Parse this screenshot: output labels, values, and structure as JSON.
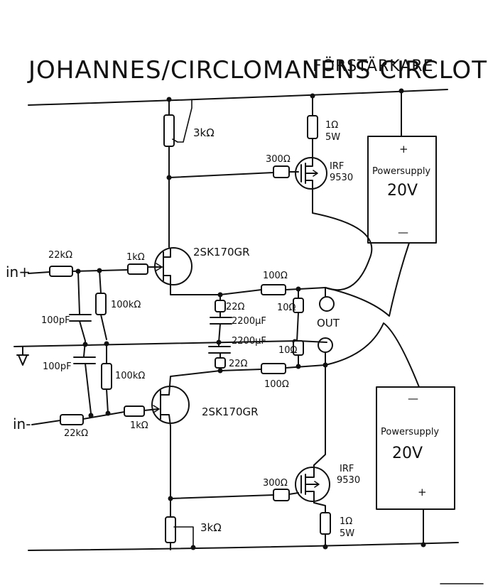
{
  "title": "JOHANNES/CIRCLOMANENS CIRCLOTRON-",
  "subtitle": "FÖRSTÄRKARE",
  "inputs": {
    "plus": "in+",
    "minus": "in-"
  },
  "output": "OUT",
  "resistors": {
    "top_3k": "3kΩ",
    "bottom_3k": "3kΩ",
    "top_1r": "1Ω",
    "top_1r_power": "5W",
    "bottom_1r": "1Ω",
    "bottom_1r_power": "5W",
    "top_gate": "300Ω",
    "bottom_gate": "300Ω",
    "in_plus_22k": "22kΩ",
    "in_minus_22k": "22kΩ",
    "jfet_top_1k": "1kΩ",
    "jfet_bottom_1k": "1kΩ",
    "top_100k": "100kΩ",
    "bottom_100k": "100kΩ",
    "fb_top_100": "100Ω",
    "fb_bottom_100": "100Ω",
    "out_top_10": "10Ω",
    "out_bottom_10": "10Ω",
    "mid_top_22": "22Ω",
    "mid_bottom_22": "22Ω"
  },
  "capacitors": {
    "in_top": "100pF",
    "in_bottom": "100pF",
    "mid_top": "2200μF",
    "mid_bottom": "2200μF"
  },
  "transistors": {
    "jfet_top": "2SK170GR",
    "jfet_bottom": "2SK170GR",
    "mosfet_top_line1": "IRF",
    "mosfet_top_line2": "9530",
    "mosfet_bottom_line1": "IRF",
    "mosfet_bottom_line2": "9530"
  },
  "power_supplies": {
    "top": {
      "label": "Powersupply",
      "voltage": "20V",
      "plus": "+",
      "minus": "—"
    },
    "bottom": {
      "label": "Powersupply",
      "voltage": "20V",
      "plus": "+",
      "minus": "—"
    }
  }
}
